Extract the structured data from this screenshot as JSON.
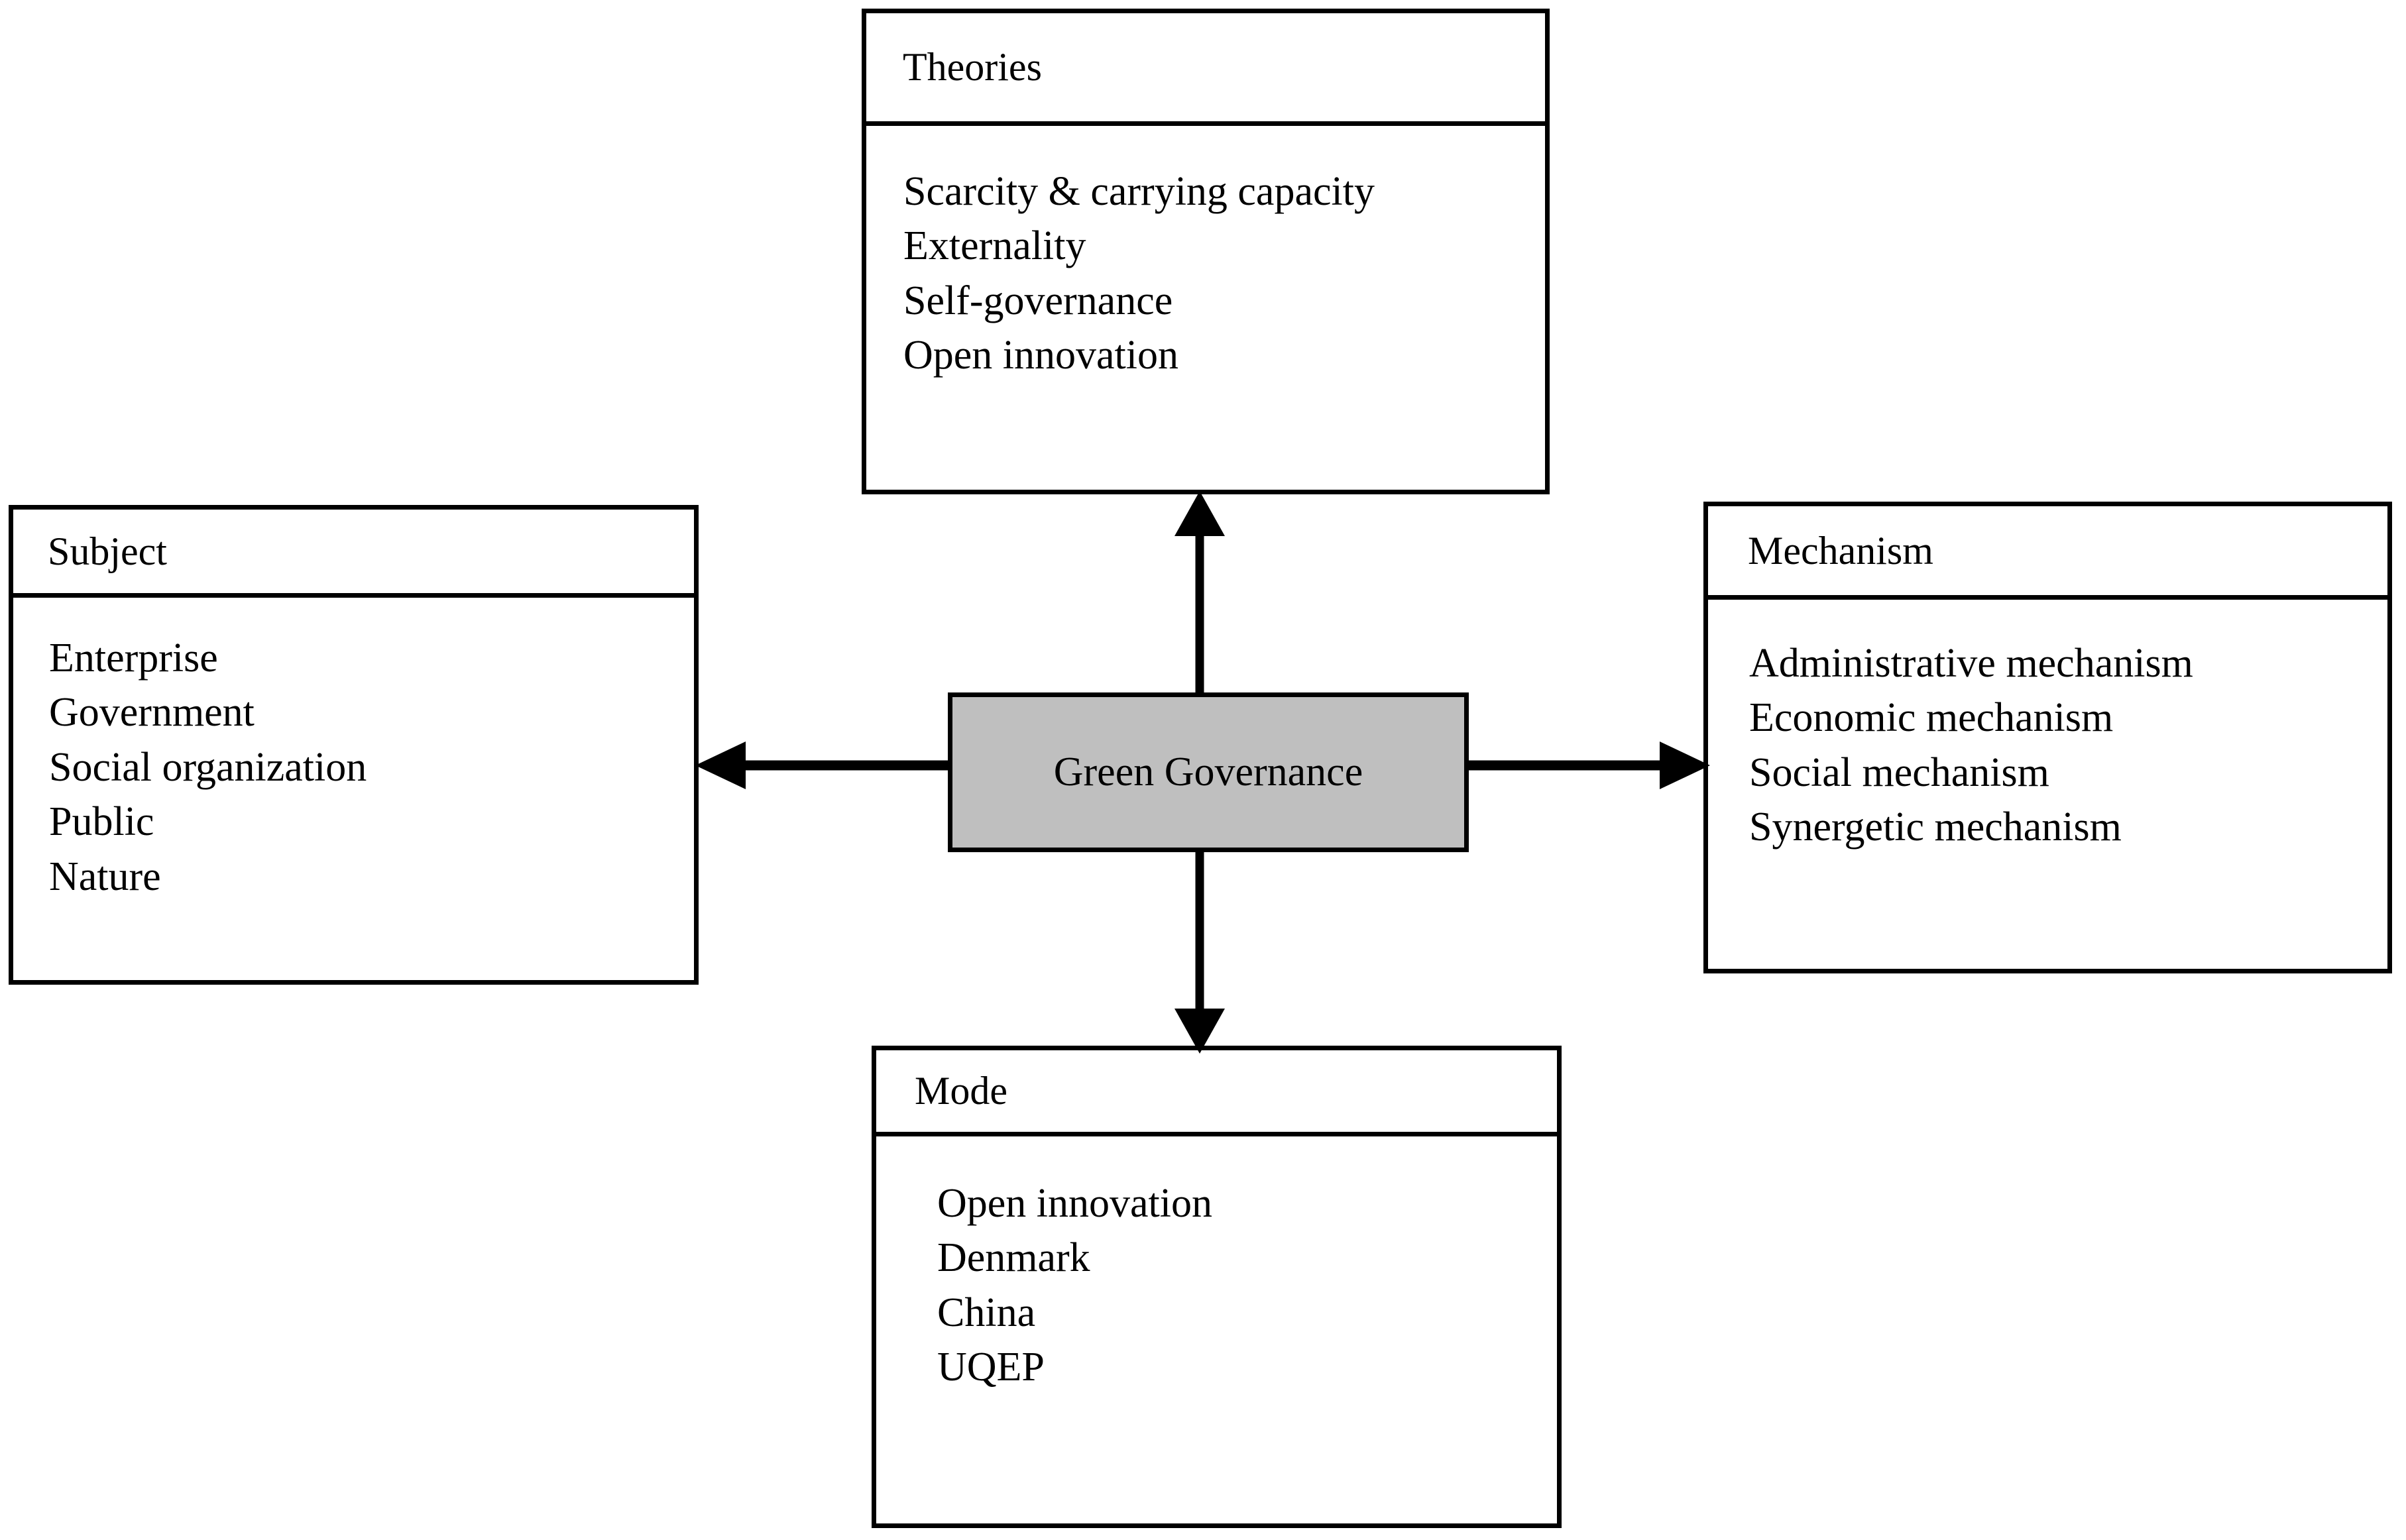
{
  "diagram": {
    "center": {
      "label": "Green Governance",
      "fill_color": "#bfbfbf",
      "border_color": "#000000"
    },
    "nodes": [
      {
        "id": "theories",
        "title": "Theories",
        "items": [
          "Scarcity & carrying capacity",
          "Externality",
          "Self-governance",
          "Open innovation"
        ]
      },
      {
        "id": "subject",
        "title": "Subject",
        "items": [
          "Enterprise",
          "Government",
          "Social organization",
          "Public",
          "Nature"
        ]
      },
      {
        "id": "mechanism",
        "title": "Mechanism",
        "items": [
          "Administrative mechanism",
          "Economic mechanism",
          "Social mechanism",
          "Synergetic mechanism"
        ]
      },
      {
        "id": "mode",
        "title": "Mode",
        "items": [
          "Open innovation",
          "Denmark",
          "China",
          "UQEP"
        ]
      }
    ],
    "connectors": [
      {
        "id": "arrow-up",
        "from": "center",
        "to": "theories",
        "direction": "up"
      },
      {
        "id": "arrow-down",
        "from": "center",
        "to": "mode",
        "direction": "down"
      },
      {
        "id": "arrow-left",
        "from": "center",
        "to": "subject",
        "direction": "left"
      },
      {
        "id": "arrow-right",
        "from": "center",
        "to": "mechanism",
        "direction": "right"
      }
    ]
  }
}
